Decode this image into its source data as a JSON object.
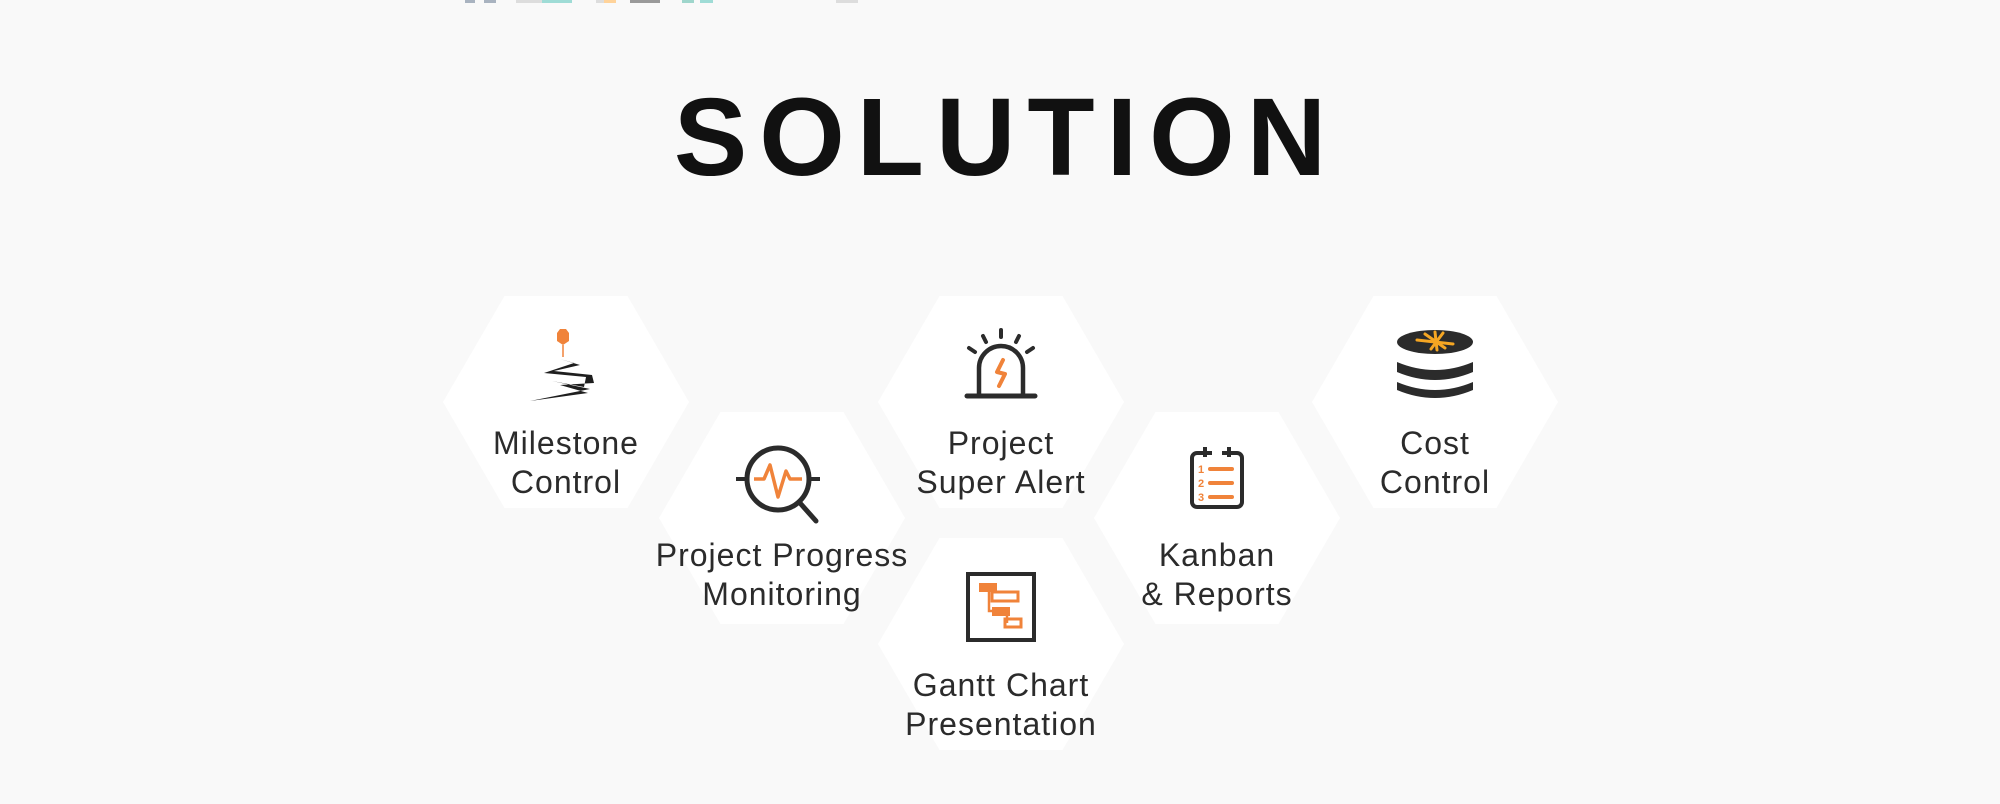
{
  "title": "SOLUTION",
  "colors": {
    "accent": "#f0833a",
    "dark": "#2b2b2b",
    "background": "#f9f9f9",
    "tile": "#ffffff"
  },
  "solutions": [
    {
      "icon": "milestone-icon",
      "line1": "Milestone",
      "line2": "Control"
    },
    {
      "icon": "progress-monitoring-icon",
      "line1": "Project Progress",
      "line2": "Monitoring"
    },
    {
      "icon": "alarm-light-icon",
      "line1": "Project",
      "line2": "Super Alert"
    },
    {
      "icon": "gantt-chart-icon",
      "line1": "Gantt Chart",
      "line2": "Presentation"
    },
    {
      "icon": "clipboard-list-icon",
      "line1": "Kanban",
      "line2": "& Reports"
    },
    {
      "icon": "coin-stack-icon",
      "line1": "Cost",
      "line2": "Control"
    }
  ]
}
